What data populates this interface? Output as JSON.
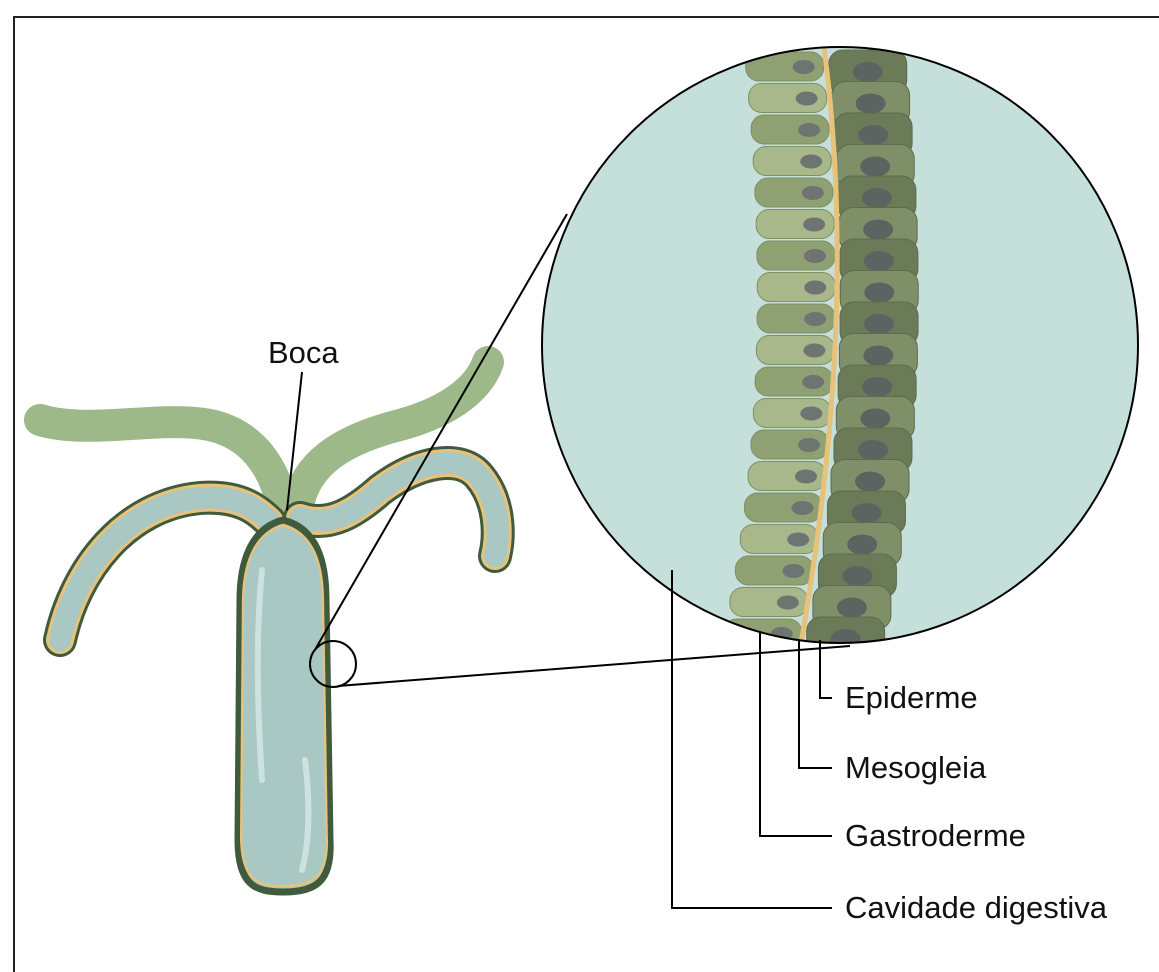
{
  "labels": {
    "mouth": "Boca",
    "epidermis": "Epiderme",
    "mesoglea": "Mesogleia",
    "gastrodermis": "Gastroderme",
    "cavity": "Cavidade digestiva"
  },
  "colors": {
    "cavity": "#c5dfdb",
    "body_fill": "#a9c7c3",
    "body_outline": "#3f5a3c",
    "mesoglea": "#e6c27a",
    "gastroderm_cell": "#a8b88a",
    "gastroderm_cell_dark": "#8fa072",
    "epidermis_cell": "#7f9068",
    "epidermis_cell_dark": "#6b7b58",
    "nucleus": "#6e7472",
    "nucleus_dark": "#5d6361",
    "tentacle_light": "#9db98a"
  },
  "icons": [
    "hydra-body",
    "magnified-body-wall"
  ]
}
